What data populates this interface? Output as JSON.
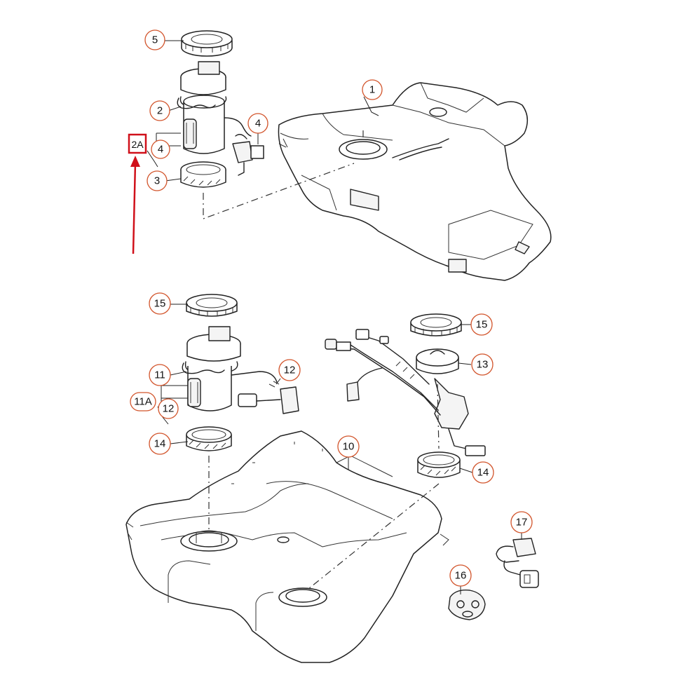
{
  "diagram": {
    "callouts": {
      "c1": "1",
      "c2": "2",
      "c2a": "2A",
      "c3": "3",
      "c4a": "4",
      "c4b": "4",
      "c5": "5",
      "c10": "10",
      "c11": "11",
      "c11a": "11A",
      "c12a": "12",
      "c12b": "12",
      "c13": "13",
      "c14a": "14",
      "c14b": "14",
      "c15a": "15",
      "c15b": "15",
      "c16": "16",
      "c17": "17"
    },
    "colors": {
      "callout_ring": "#d2542b",
      "highlight_box": "#d0101a",
      "highlight_arrow": "#d0101a",
      "linework": "#222222"
    }
  }
}
